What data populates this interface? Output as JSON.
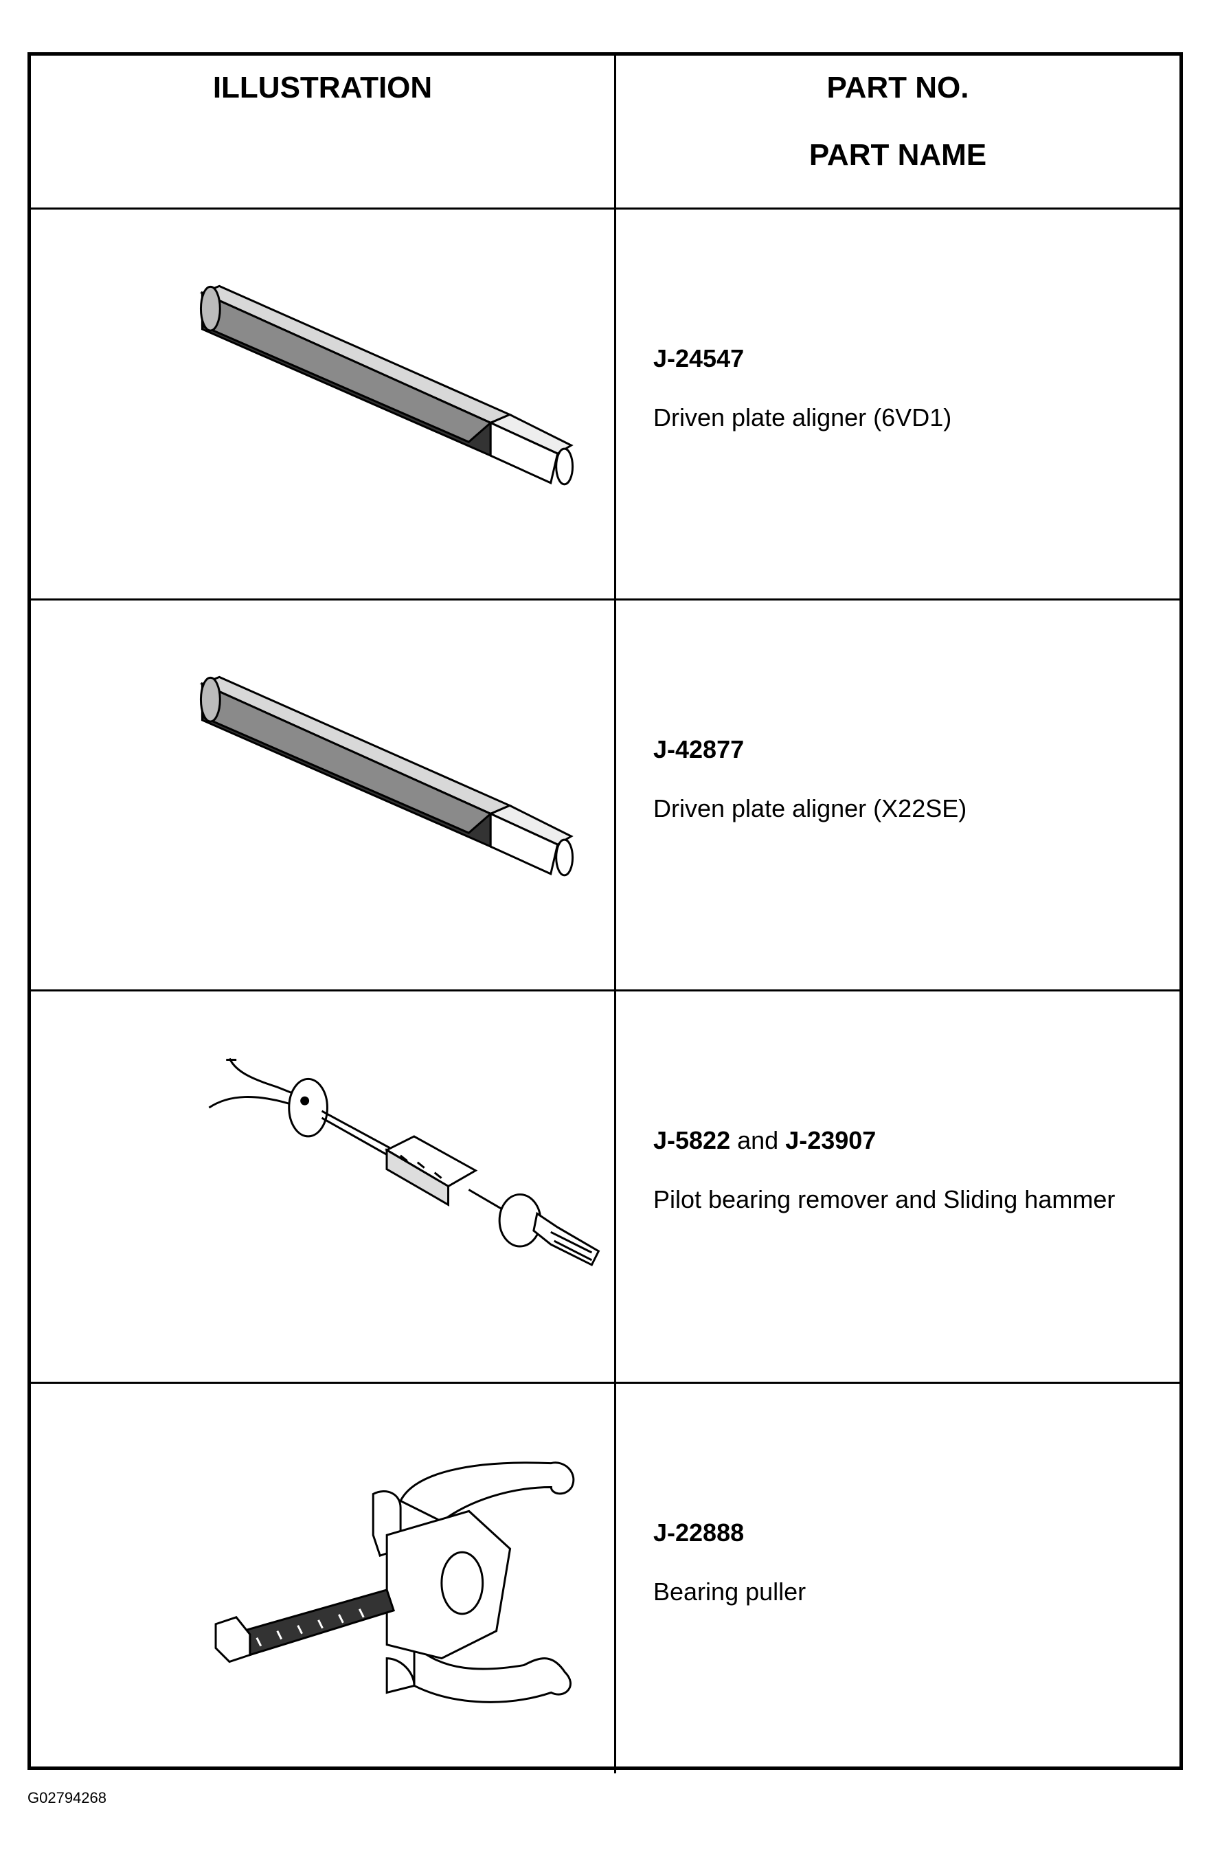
{
  "table": {
    "header": {
      "illustration": "ILLUSTRATION",
      "part_no": "PART NO.",
      "part_name": "PART NAME"
    },
    "rows": [
      {
        "part_no": "J-24547",
        "part_name": "Driven plate aligner (6VD1)",
        "illustration_icon": "driven-plate-aligner-icon"
      },
      {
        "part_no": "J-42877",
        "part_name": "Driven plate aligner (X22SE)",
        "illustration_icon": "driven-plate-aligner-icon"
      },
      {
        "part_no_a": "J-5822",
        "conjunction": " and ",
        "part_no_b": "J-23907",
        "part_name": "Pilot bearing remover and Sliding hammer",
        "illustration_icon": "pilot-bearing-remover-icon"
      },
      {
        "part_no": "J-22888",
        "part_name": "Bearing puller",
        "illustration_icon": "bearing-puller-icon"
      }
    ]
  },
  "footer": {
    "code": "G02794268"
  }
}
